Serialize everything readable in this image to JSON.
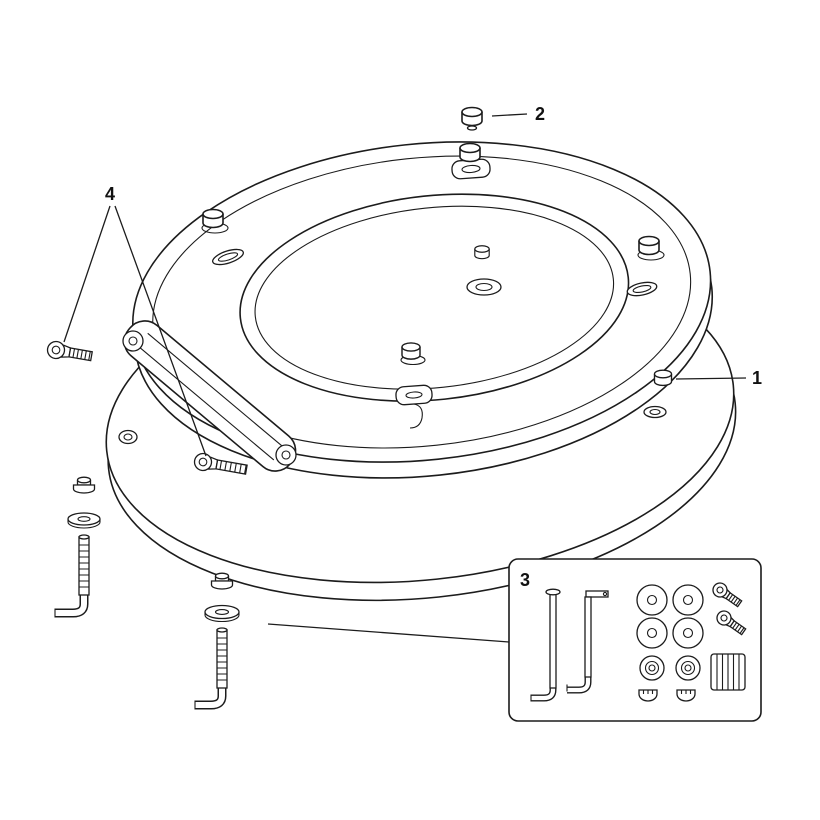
{
  "figure": {
    "background": "#ffffff",
    "line_color": "#1c1c1c",
    "callouts": {
      "c1": {
        "label": "1"
      },
      "c2": {
        "label": "2"
      },
      "c3": {
        "label": "3"
      },
      "c4": {
        "label": "4"
      }
    }
  }
}
